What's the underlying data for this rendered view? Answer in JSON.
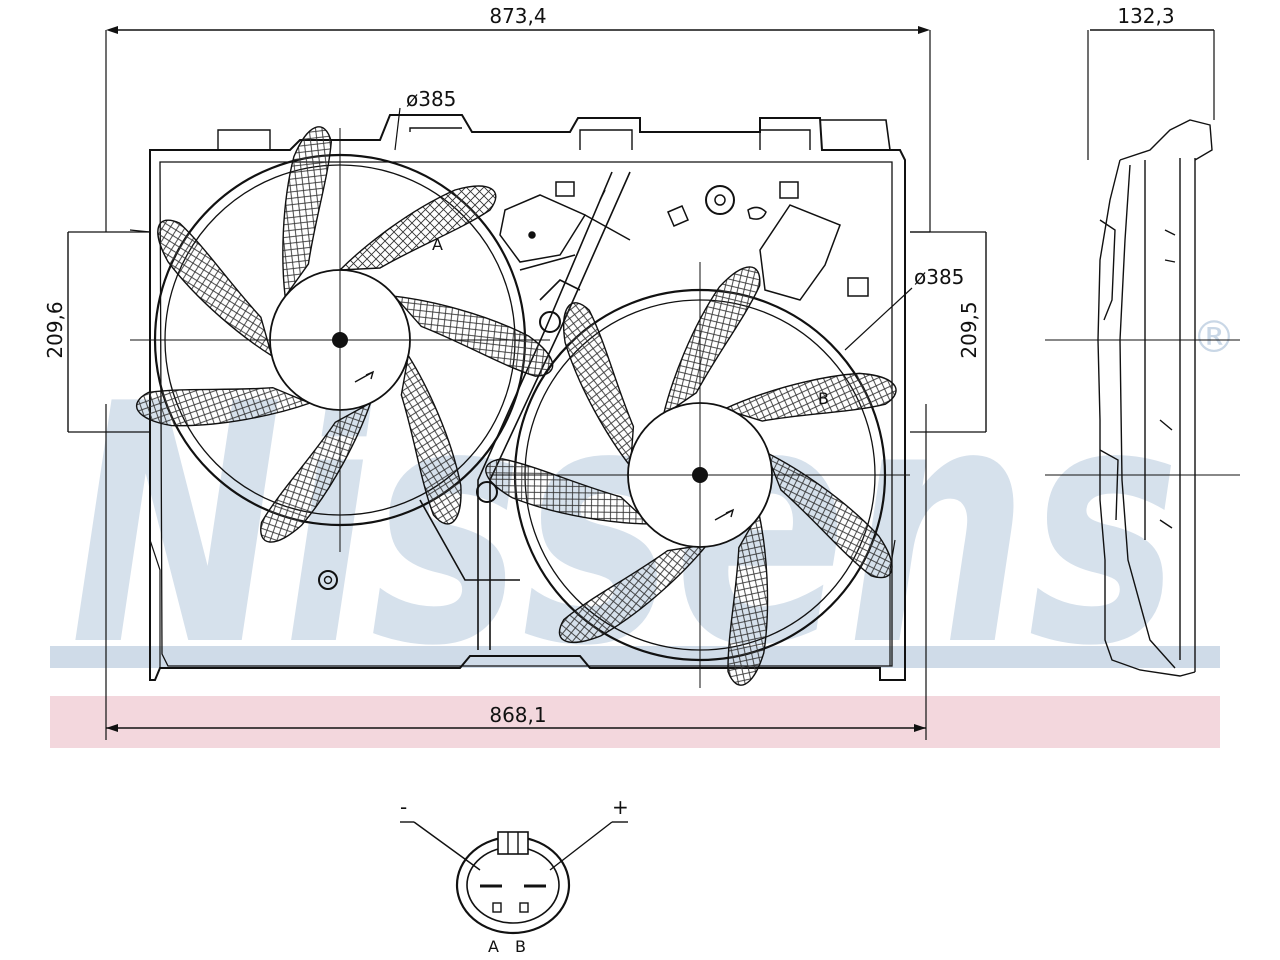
{
  "dimensions": {
    "overall_width_top": "873,4",
    "overall_width_bottom": "868,1",
    "depth": "132,3",
    "fan_a_diameter": "ø385",
    "fan_b_diameter": "ø385",
    "left_offset": "209,6",
    "right_offset": "209,5"
  },
  "fan_labels": {
    "fan_a": "A",
    "fan_b": "B"
  },
  "connector": {
    "minus": "-",
    "plus": "+",
    "pin_a": "A",
    "pin_b": "B"
  },
  "watermark": {
    "brand": "Nissens",
    "registered": "®"
  },
  "colors": {
    "line": "#111111",
    "watermark_blue": "#c9d7e6",
    "band_blue": "#cfdbe8",
    "band_pink": "#f3d7dd",
    "hatch": "#333333"
  }
}
